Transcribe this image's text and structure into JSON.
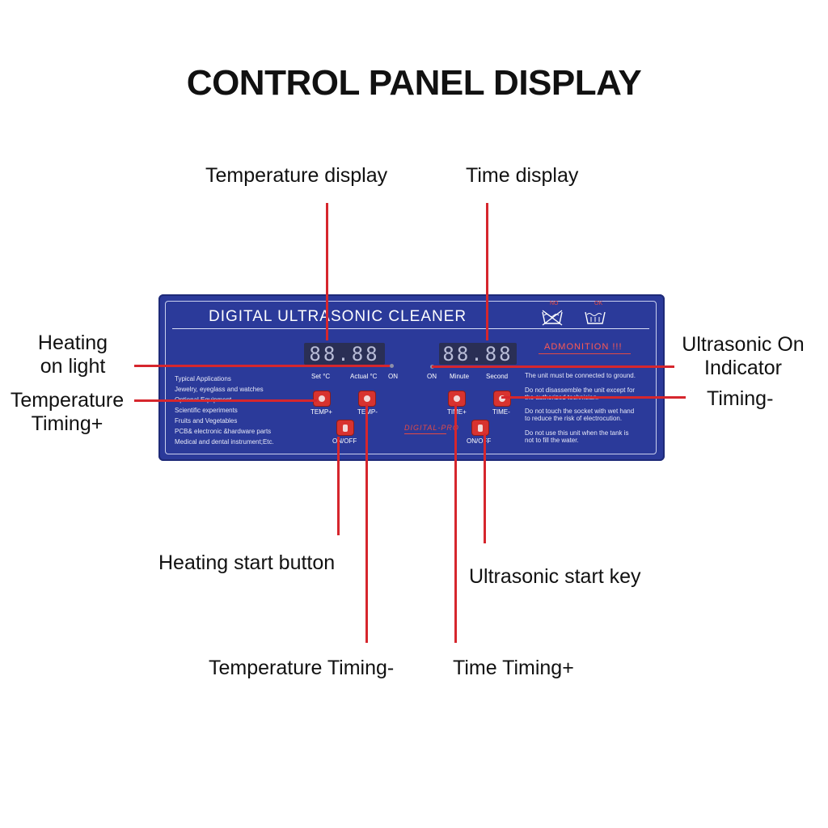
{
  "title": "CONTROL PANEL DISPLAY",
  "callouts": {
    "temperature_display": "Temperature display",
    "time_display": "Time display",
    "heating_on_light_1": "Heating",
    "heating_on_light_2": "on light",
    "ultrasonic_on_1": "Ultrasonic On",
    "ultrasonic_on_2": "Indicator",
    "temperature_timing_plus_1": "Temperature",
    "temperature_timing_plus_2": "Timing+",
    "timing_minus": "Timing-",
    "heating_start_button": "Heating start button",
    "ultrasonic_start_key": "Ultrasonic start key",
    "temperature_timing_minus": "Temperature Timing-",
    "time_timing_plus": "Time Timing+"
  },
  "panel": {
    "title": "DIGITAL ULTRASONIC CLEANER",
    "left_display": "88.88",
    "right_display": "88.88",
    "set_c": "Set  °C",
    "actual_c": "Actual °C",
    "on_left": "ON",
    "on_right": "ON",
    "minute": "Minute",
    "second": "Second",
    "applications": [
      "Typical Applications",
      "Jewelry, eyeglass  and  watches",
      "Optional Equipment",
      "Scientific experiments",
      "Fruits and Vegetables",
      "PCB& electronic &hardware parts",
      "Medical and dental instrument;Etc."
    ],
    "temp_plus": "TEMP+",
    "temp_minus": "TEMP-",
    "time_plus": "TIME+",
    "time_minus": "TIME-",
    "onoff_left": "ON/OFF",
    "onoff_right": "ON/OFF",
    "brand": "DIGITAL-PRO",
    "admonition": "ADMONITION !!!",
    "warnings": [
      "The unit must be connected to ground.",
      "Do not disassemble the unit except  for",
      "the authorized technician.",
      "Do not touch the socket with wet hand",
      "to reduce the risk of electrocution.",
      "Do not use this unit when the tank is",
      "not to fill the water."
    ],
    "icon_no": "NO",
    "icon_ok": "OK"
  },
  "colors": {
    "panel": "#2b3a9a",
    "leader_line": "#d6262d",
    "button": "#d8332f"
  }
}
